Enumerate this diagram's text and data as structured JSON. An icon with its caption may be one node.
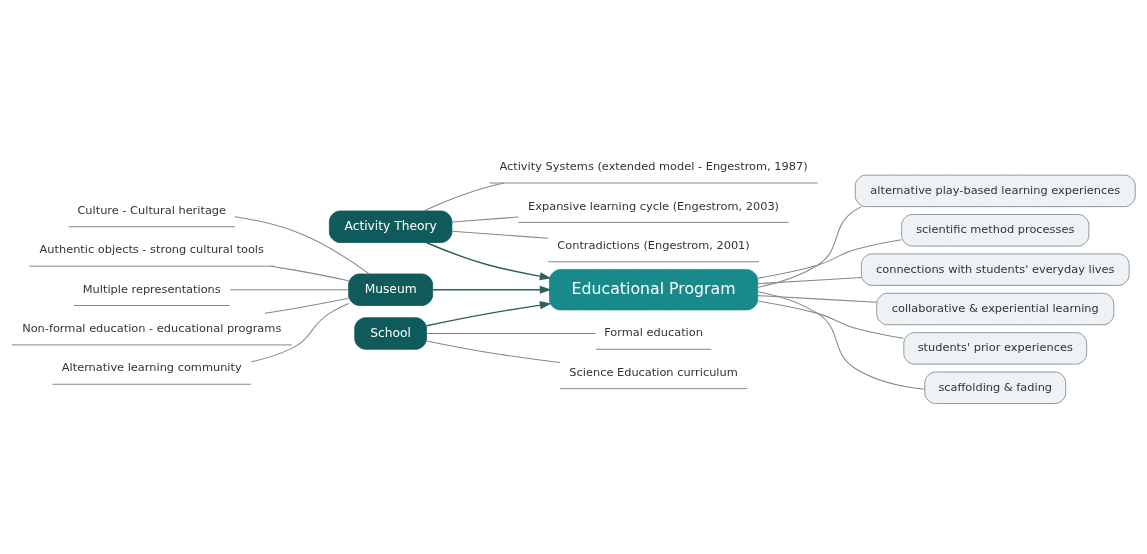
{
  "diagram": {
    "nodes": [
      {
        "text": [
          "Museum"
        ]
      },
      {
        "text": [
          "Culture - Cultural heritage"
        ]
      },
      {
        "text": [
          "Authentic objects - strong cultural tools"
        ]
      },
      {
        "text": [
          "Multiple representations"
        ]
      },
      {
        "text": [
          "Non-formal education - educational programs"
        ]
      },
      {
        "text": [
          "Alternative learning community"
        ]
      },
      {
        "text": [
          "Activity Theory"
        ]
      },
      {
        "text": [
          "Activity Systems (extended model - Engestrom, 1987)"
        ]
      },
      {
        "text": [
          "Expansive learning cycle (Engestrom, 2003)"
        ]
      },
      {
        "text": [
          "Contradictions (Engestrom, 2001)"
        ]
      },
      {
        "text": [
          "School"
        ]
      },
      {
        "text": [
          "Formal education"
        ]
      },
      {
        "text": [
          "Science Education curriculum"
        ]
      },
      {
        "text": [
          "Educational Program"
        ]
      },
      {
        "text": [
          "alternative play-based learning experiences"
        ]
      },
      {
        "text": [
          "scientific method processes"
        ]
      },
      {
        "text": [
          "connections with students' everyday lives"
        ]
      },
      {
        "text": [
          "collaborative & experiential learning"
        ]
      },
      {
        "text": [
          "students' prior experiences"
        ]
      },
      {
        "text": [
          "scaffolding & fading"
        ]
      }
    ],
    "edges": [
      {
        "from": 0,
        "to": 1,
        "arrow": "none"
      },
      {
        "from": 0,
        "to": 2,
        "arrow": "none"
      },
      {
        "from": 0,
        "to": 3,
        "arrow": "none"
      },
      {
        "from": 0,
        "to": 4,
        "arrow": "none"
      },
      {
        "from": 0,
        "to": 5,
        "arrow": "none"
      },
      {
        "from": 6,
        "to": 7,
        "arrow": "none"
      },
      {
        "from": 6,
        "to": 8,
        "arrow": "none"
      },
      {
        "from": 6,
        "to": 9,
        "arrow": "none"
      },
      {
        "from": 10,
        "to": 11,
        "arrow": "none"
      },
      {
        "from": 10,
        "to": 12,
        "arrow": "none"
      },
      {
        "from": 0,
        "to": 13,
        "arrow": "to",
        "color": "#2f5f5f"
      },
      {
        "from": 6,
        "to": 13,
        "arrow": "to",
        "color": "#2f5f5f"
      },
      {
        "from": 10,
        "to": 13,
        "arrow": "to",
        "color": "#2f5f5f"
      },
      {
        "from": 13,
        "to": 14,
        "arrow": "none"
      },
      {
        "from": 13,
        "to": 15,
        "arrow": "none"
      },
      {
        "from": 13,
        "to": 16,
        "arrow": "none"
      },
      {
        "from": 13,
        "to": 17,
        "arrow": "none"
      },
      {
        "from": 13,
        "to": 18,
        "arrow": "none"
      },
      {
        "from": 13,
        "to": 19,
        "arrow": "none"
      }
    ]
  }
}
